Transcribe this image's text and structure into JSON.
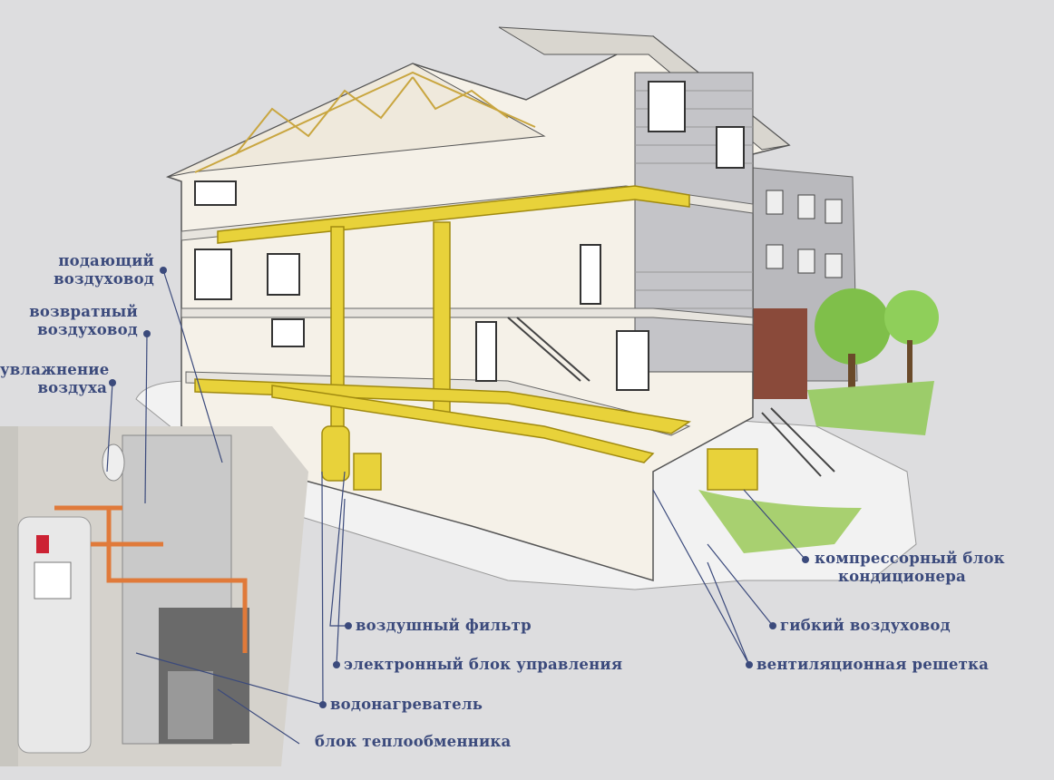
{
  "diagram": {
    "labels": {
      "supply_duct": [
        "подающий",
        "воздуховод"
      ],
      "return_duct": [
        "возвратный",
        "воздуховод"
      ],
      "humidifier": [
        "увлажнение",
        "воздуха"
      ],
      "air_filter": "воздушный фильтр",
      "control_unit": "электронный блок управления",
      "water_heater": "водонагреватель",
      "heat_exchanger": "блок теплообменника",
      "ac_compressor": [
        "компрессорный блок",
        "кондиционера"
      ],
      "flex_duct": "гибкий воздуховод",
      "vent_grille": "вентиляционная решетка"
    },
    "colors": {
      "label": "#3b4a7c",
      "duct": "#e8d23a",
      "background": "#dddddf"
    }
  }
}
